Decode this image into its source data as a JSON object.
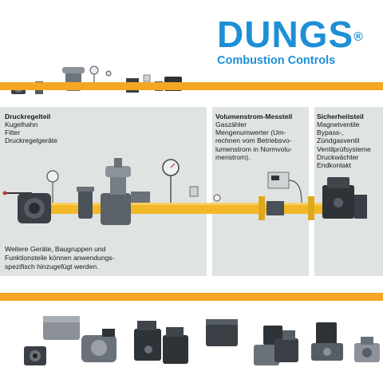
{
  "brand": {
    "name": "DUNGS",
    "registered": "®",
    "tagline": "Combustion Controls"
  },
  "colors": {
    "brand_blue": "#1e8fd6",
    "band_orange": "#f5a623",
    "pipe_yellow": "#f2b827",
    "panel_gray": "#dfe3e2"
  },
  "sections": [
    {
      "title": "Druckregelteil",
      "lines": [
        "Kugelhahn",
        "Filter",
        "Druckregelgeräte"
      ]
    },
    {
      "title": "Volumenstrom-Messteil",
      "lines": [
        "Gaszähler",
        "Mengenumwerter (Um-",
        "rechnen vom Betriebsvo-",
        "lumenstrom in Normvolu-",
        "menstrom)."
      ]
    },
    {
      "title": "Sicherheitsteil",
      "lines": [
        "Magnetventile",
        "Bypass-,",
        "Zündgasventil",
        "Ventilprüfsysteme",
        "Druckwächter",
        "Endkontakt"
      ]
    }
  ],
  "note": {
    "lines": [
      "Weitere Geräte, Baugruppen und",
      "Funktionsteile können anwendungs-",
      "spezifisch hinzugefügt werden."
    ]
  },
  "products": {
    "icons": [
      "fitting-icon",
      "pressure-switch-icon",
      "regulator-icon",
      "multiblock-valve-icon",
      "valve-control-box-icon",
      "gas-regulator-icon",
      "solenoid-valve-icon",
      "flange-filter-icon"
    ]
  }
}
